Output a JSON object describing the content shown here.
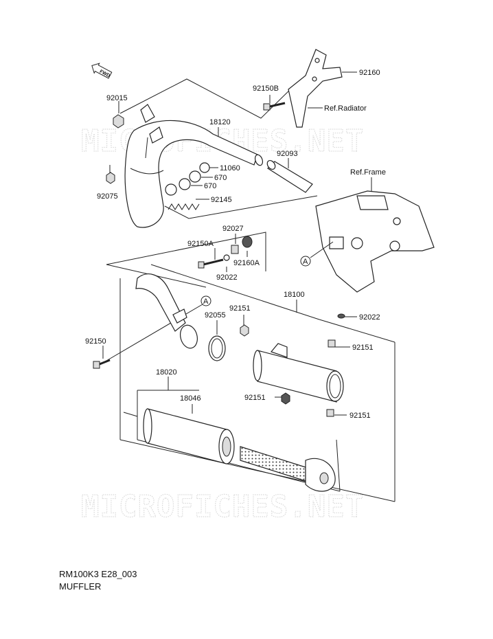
{
  "fwd_badge": "FWD",
  "watermark": "MICROFICHES.NET",
  "parts": {
    "p92015": "92015",
    "p18120": "18120",
    "p11060": "11060",
    "p670a": "670",
    "p670b": "670",
    "p92075": "92075",
    "p92145": "92145",
    "p92093": "92093",
    "p92150B": "92150B",
    "p92160": "92160",
    "refRadiator": "Ref.Radiator",
    "refFrame": "Ref.Frame",
    "p92027": "92027",
    "p92150A": "92150A",
    "p92160A": "92160A",
    "p92022a": "92022",
    "p18100": "18100",
    "p92151a": "92151",
    "p92055": "92055",
    "p92022b": "92022",
    "p92151b": "92151",
    "p92150": "92150",
    "p18020": "18020",
    "p18046": "18046",
    "p92151c": "92151",
    "p92151d": "92151",
    "markerA1": "A",
    "markerA2": "A"
  },
  "footer": {
    "code": "RM100K3 E28_003",
    "title": "MUFFLER"
  }
}
